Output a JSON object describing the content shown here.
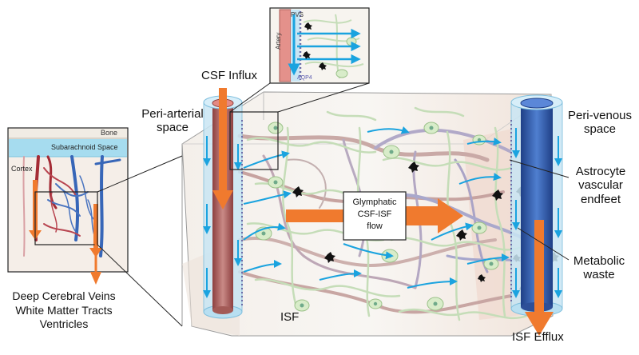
{
  "labels": {
    "csf_influx": "CSF Influx",
    "peri_arterial_line1": "Peri-arterial",
    "peri_arterial_line2": "space",
    "peri_venous_line1": "Peri-venous",
    "peri_venous_line2": "space",
    "astrocyte_line1": "Astrocyte",
    "astrocyte_line2": "vascular",
    "astrocyte_line3": "endfeet",
    "metabolic_line1": "Metabolic",
    "metabolic_line2": "waste",
    "isf": "ISF",
    "isf_efflux": "ISF Efflux",
    "glymphatic_line1": "Glymphatic",
    "glymphatic_line2": "CSF-ISF",
    "glymphatic_line3": "flow",
    "deep_line1": "Deep Cerebral Veins",
    "deep_line2": "White Matter Tracts",
    "deep_line3": "Ventricles"
  },
  "inset_left": {
    "bone": "Bone",
    "subarachnoid": "Subarachnoid Space",
    "cortex": "Cortex"
  },
  "inset_top": {
    "pvs": "PVS",
    "artery": "Artery",
    "aqp4": "AQP4"
  },
  "colors": {
    "flow_arrow": "#f07a2e",
    "artery": "#b85c5c",
    "vein": "#3d67b8",
    "csf_blue": "#1aa3df",
    "perivascular": "#b8dff1",
    "astrocyte": "#cfe6c4",
    "tissue": "#f3ebe4"
  }
}
